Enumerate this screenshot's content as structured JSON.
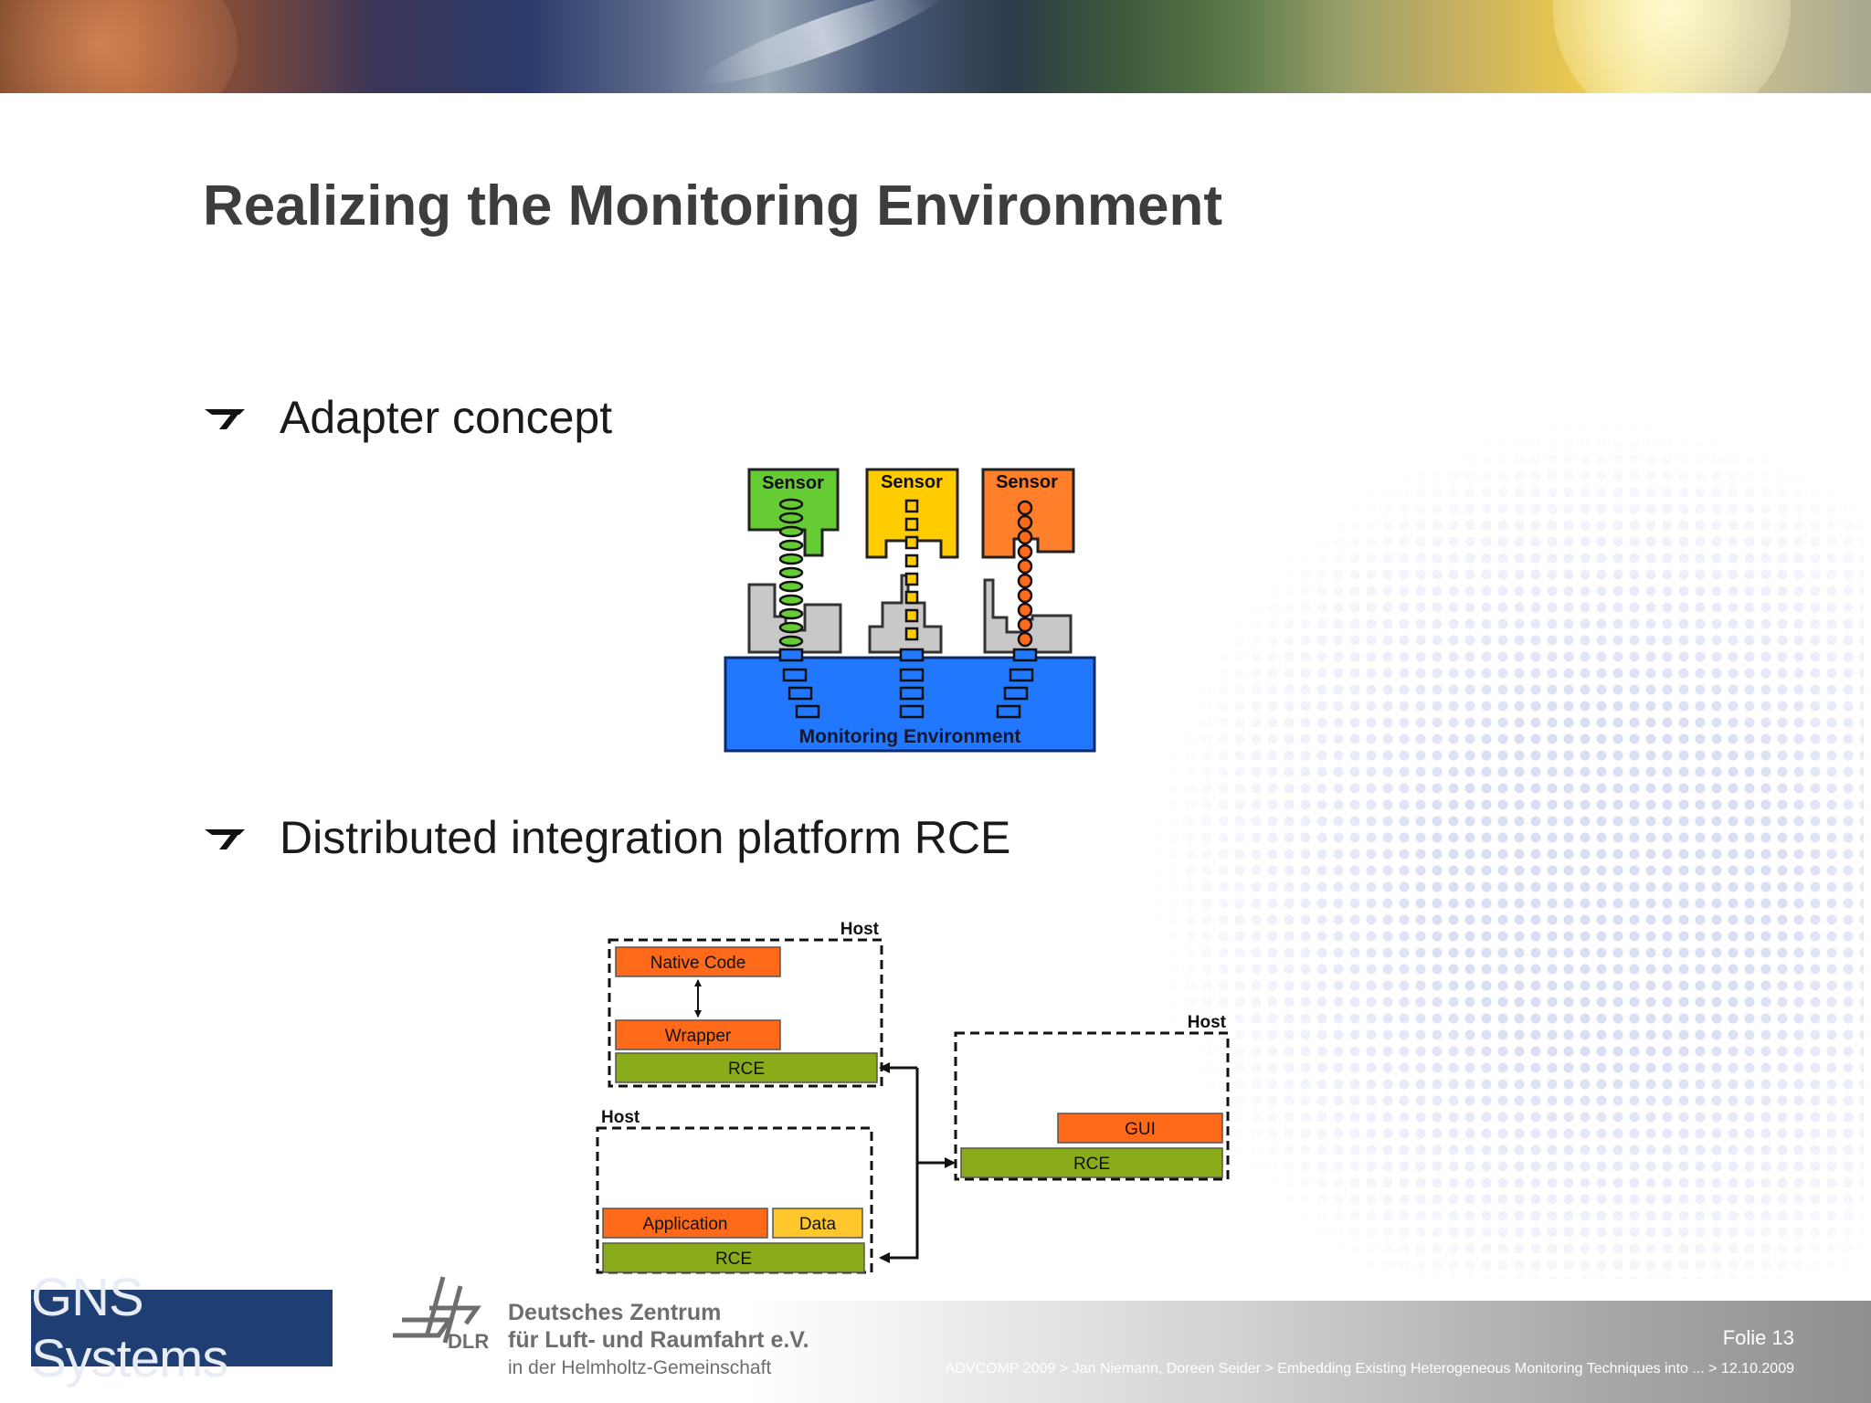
{
  "slide": {
    "title": "Realizing the Monitoring Environment",
    "bullets": [
      "Adapter concept",
      "Distributed integration platform RCE"
    ]
  },
  "adapter_diagram": {
    "sensors": [
      "Sensor",
      "Sensor",
      "Sensor"
    ],
    "base_label": "Monitoring Environment",
    "colors": {
      "sensor1": "#66cc33",
      "sensor2": "#ffcc00",
      "sensor3": "#ff7f2a",
      "adapter": "#c8c8c8",
      "base": "#2277ff"
    }
  },
  "rce_diagram": {
    "host_label": "Host",
    "native_code": "Native Code",
    "wrapper": "Wrapper",
    "rce": "RCE",
    "gui": "GUI",
    "application": "Application",
    "data": "Data",
    "colors": {
      "orange": "#ff6a1a",
      "green": "#8bac1a",
      "yellow": "#ffc72c"
    }
  },
  "footer": {
    "gns_logo_text": "GNS Systems",
    "dlr_abbrev": "DLR",
    "dlr_line1": "Deutsches Zentrum",
    "dlr_line2": "für Luft- und Raumfahrt e.V.",
    "dlr_line3": "in der Helmholtz-Gemeinschaft",
    "slide_number": "Folie 13",
    "info": "ADVCOMP 2009 > Jan Niemann, Doreen Seider  > Embedding Existing Heterogeneous Monitoring Techniques into ...  > 12.10.2009"
  }
}
